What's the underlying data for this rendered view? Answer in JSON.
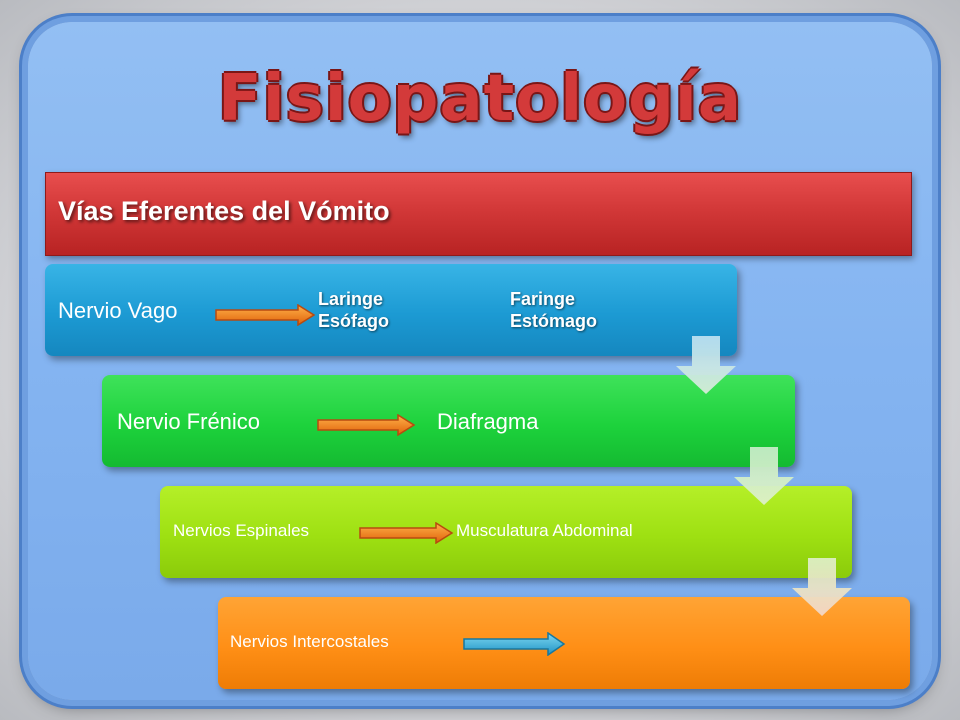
{
  "title": "Fisiopatología",
  "header": {
    "text": "Vías Eferentes del Vómito"
  },
  "steps": [
    {
      "source": "Nervio Vago",
      "targets": [
        "Laringe",
        "Esófago",
        "Faringe",
        "Estómago"
      ]
    },
    {
      "source": "Nervio Frénico",
      "target": "Diafragma"
    },
    {
      "source": "Nervios Espinales",
      "target": "Musculatura Abdominal"
    },
    {
      "source": "Nervios Intercostales",
      "target": ""
    }
  ],
  "colors": {
    "header": "#d23838",
    "step1": "#1c9ad3",
    "step2": "#1dd23c",
    "step3": "#9ee012",
    "step4": "#ff8f16",
    "arrow_orange": "#f07a1a",
    "arrow_blue": "#3ab0d8"
  }
}
